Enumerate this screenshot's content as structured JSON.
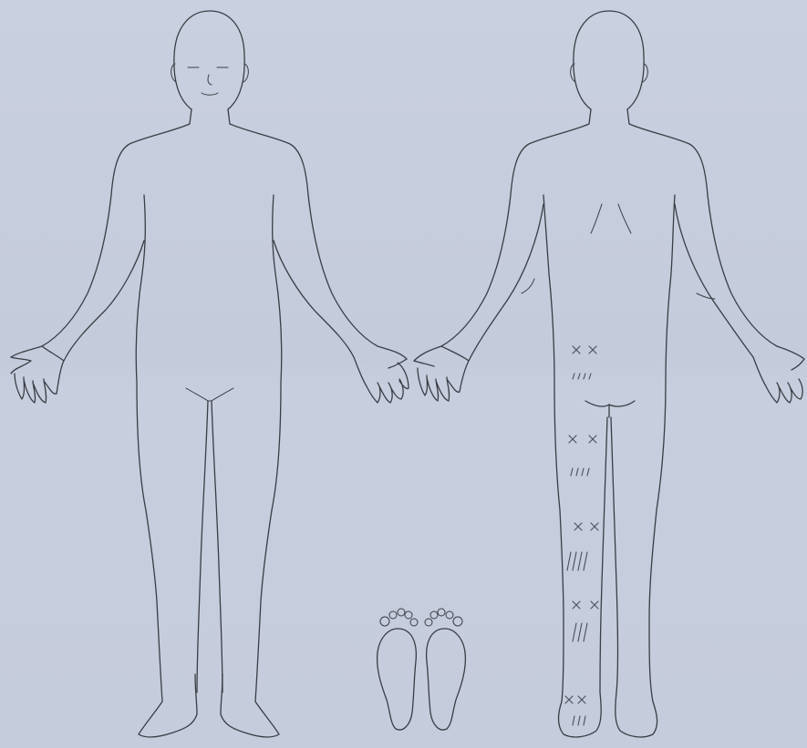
{
  "diagram": {
    "figures": [
      "front-view",
      "back-view",
      "sole-of-feet"
    ],
    "marking_symbols": [
      "cross-mark",
      "hatch-mark"
    ],
    "colors": {
      "paper": "#c8cfdf",
      "line": "#3a3d44"
    }
  }
}
